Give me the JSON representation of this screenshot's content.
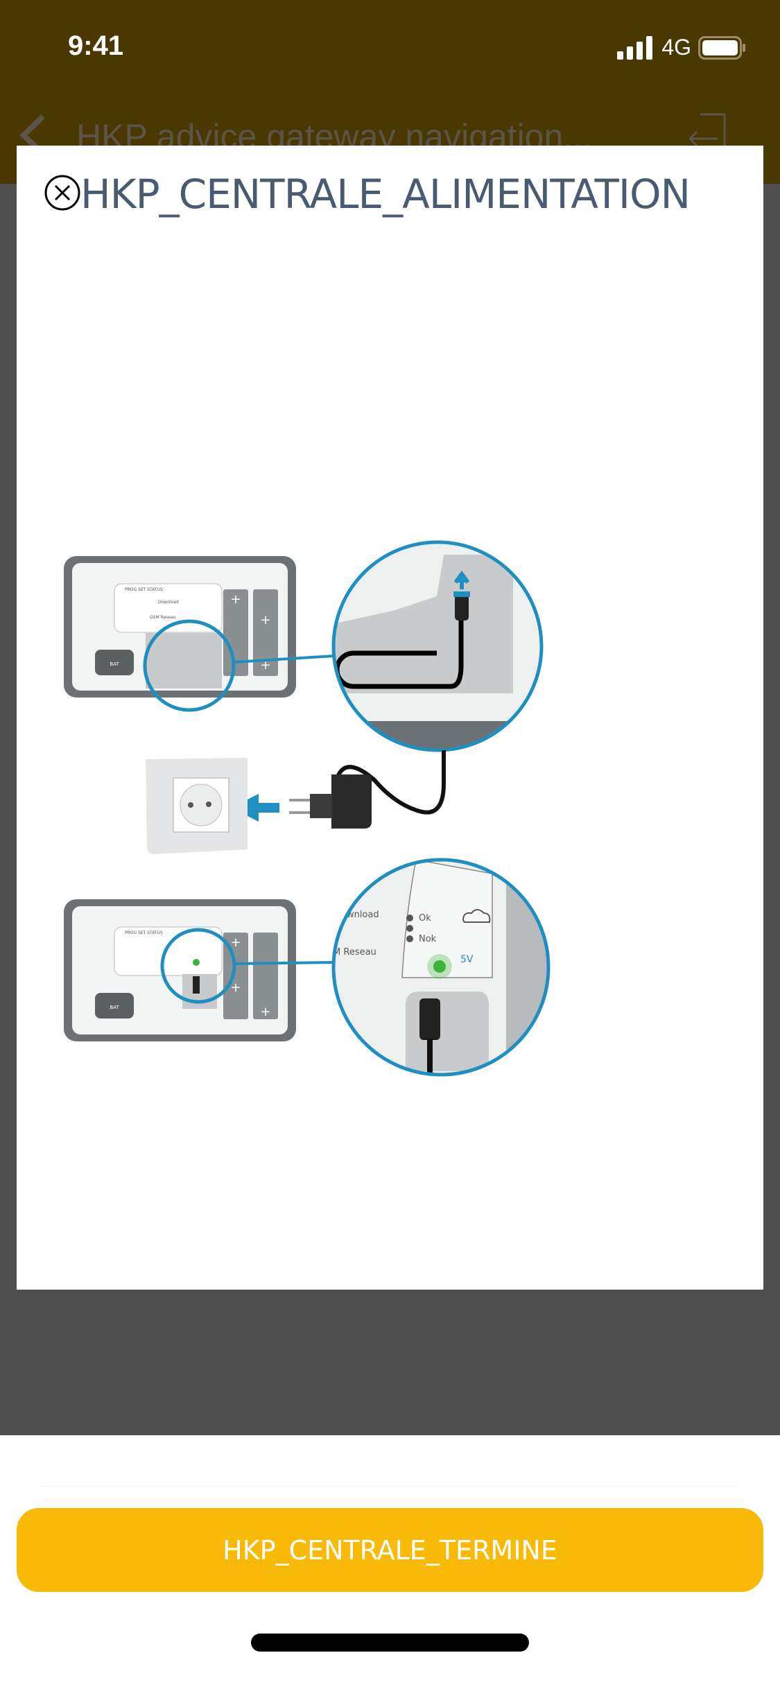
{
  "status_bar": {
    "time": "9:41",
    "network": "4G",
    "icons": [
      "signal-icon",
      "battery-icon"
    ]
  },
  "nav": {
    "title": "HKP advice gateway navigation...",
    "icons": [
      "chevron-left-icon",
      "exit-icon"
    ]
  },
  "modal": {
    "title": "HKP_CENTRALE_ALIMENTATION",
    "close_icon": "close-circle-icon",
    "illustration": {
      "labels": [
        "PROG",
        "SET",
        "STATUS",
        "Download",
        "Ok",
        "Nok",
        "GSM Reseau",
        "5V",
        "BAT"
      ],
      "zoom_labels": [
        "ownload",
        "Ok",
        "Nok",
        "M Reseau",
        "5V"
      ]
    }
  },
  "footer": {
    "button_label": "HKP_CENTRALE_TERMINE"
  },
  "colors": {
    "header": "#4a3803",
    "overlay": "#4f4f4f",
    "accent": "#f9b907",
    "title": "#4a5a70",
    "illustration_blue": "#1e8fc0",
    "led_green": "#3bb43b"
  }
}
